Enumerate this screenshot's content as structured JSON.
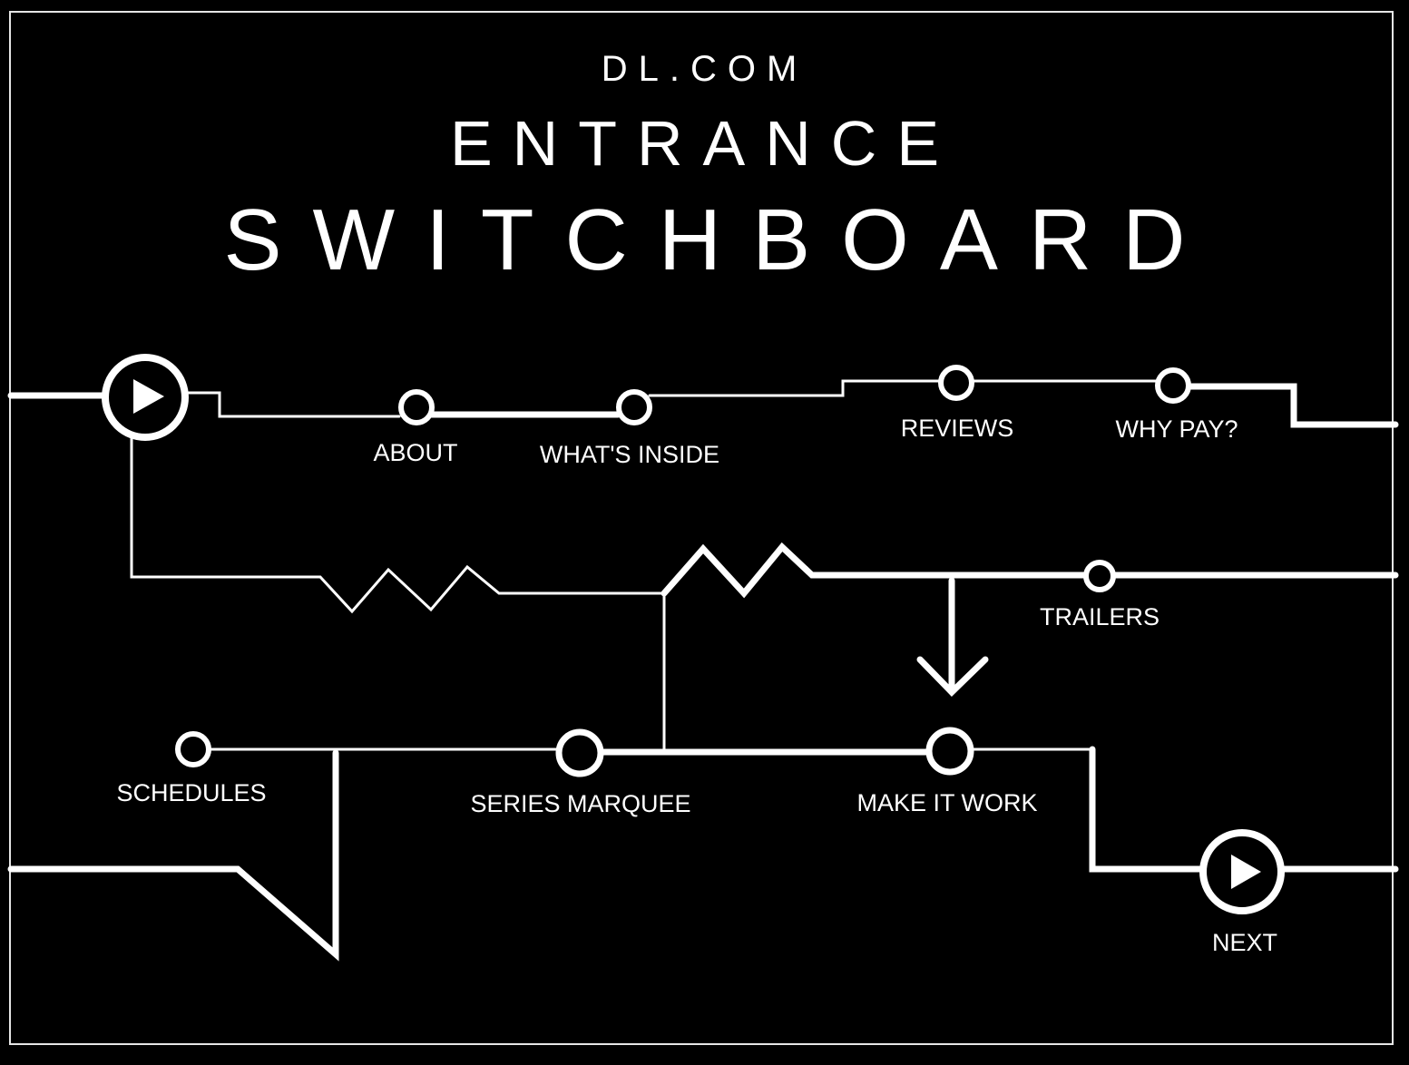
{
  "header": {
    "brand": "DL.COM",
    "title": "ENTRANCE",
    "subtitle": "SWITCHBOARD"
  },
  "nodes": {
    "start": "",
    "about": "ABOUT",
    "whats_inside": "WHAT'S INSIDE",
    "reviews": "REVIEWS",
    "why_pay": "WHY PAY?",
    "trailers": "TRAILERS",
    "schedules": "SCHEDULES",
    "series_marquee": "SERIES MARQUEE",
    "make_it_work": "MAKE IT WORK",
    "next": "NEXT"
  },
  "icons": {
    "play": "play-icon",
    "arrow": "arrow-down-icon"
  },
  "colors": {
    "background": "#000000",
    "line": "#ffffff",
    "frame": "#e6e6e6"
  }
}
